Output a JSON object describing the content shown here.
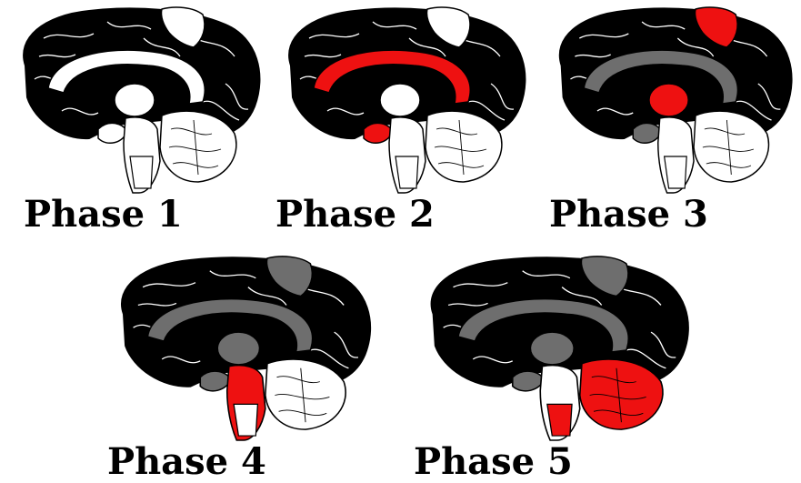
{
  "panels": [
    {
      "label": "Phase 1",
      "highlights": []
    },
    {
      "label": "Phase 2",
      "highlights": [
        "cingulate-gyrus",
        "hypothalamus"
      ]
    },
    {
      "label": "Phase 3",
      "highlights": [
        "motor-cortex",
        "thalamus"
      ]
    },
    {
      "label": "Phase 4",
      "highlights": [
        "brainstem"
      ]
    },
    {
      "label": "Phase 5",
      "highlights": [
        "cerebellum",
        "medulla"
      ]
    }
  ],
  "colors": {
    "cortex": "#000000",
    "white_matter": "#ffffff",
    "highlight_red": "#ee1111",
    "dark_red": "#cc0000",
    "gray_previous": "#6e6e6e"
  }
}
